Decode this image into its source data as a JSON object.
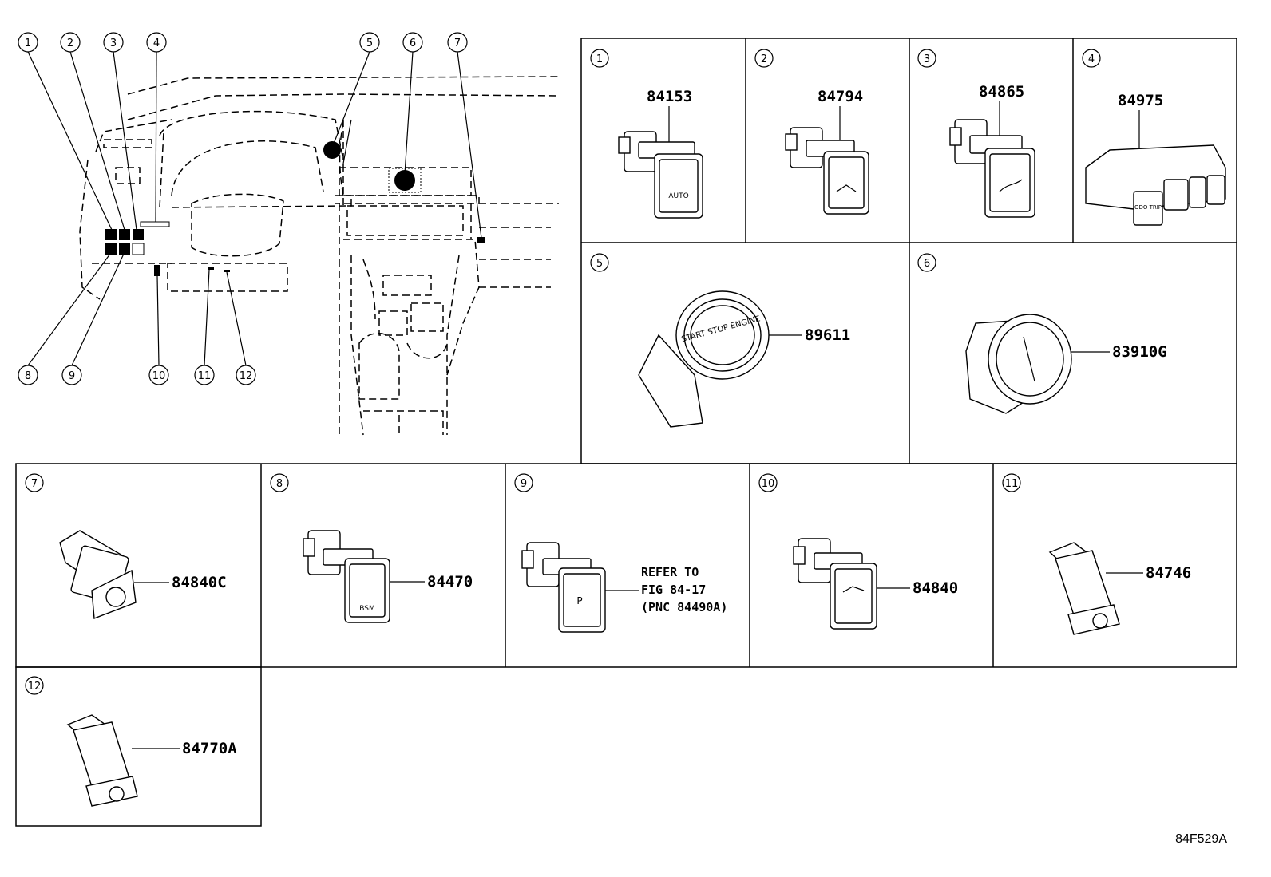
{
  "figure_code": "84F529A",
  "overview": {
    "callouts_top": [
      "1",
      "2",
      "3",
      "4",
      "5",
      "6",
      "7"
    ],
    "callouts_bottom": [
      "8",
      "9",
      "10",
      "11",
      "12"
    ]
  },
  "cells": [
    {
      "num": "1",
      "part": "84153",
      "icon": "auto-headlight-switch-icon",
      "face_text": "AUTO"
    },
    {
      "num": "2",
      "part": "84794",
      "icon": "car-lift-switch-icon",
      "face_text": ""
    },
    {
      "num": "3",
      "part": "84865",
      "icon": "trunk-open-switch-icon",
      "face_text": ""
    },
    {
      "num": "4",
      "part": "84975",
      "icon": "odo-trip-switch-icon",
      "face_text": "ODO TRIP"
    },
    {
      "num": "5",
      "part": "89611",
      "icon": "start-stop-button-icon",
      "face_text": "START STOP ENGINE"
    },
    {
      "num": "6",
      "part": "83910G",
      "icon": "clock-icon",
      "face_text": ""
    },
    {
      "num": "7",
      "part": "84840C",
      "icon": "push-switch-icon",
      "face_text": ""
    },
    {
      "num": "8",
      "part": "84470",
      "icon": "bsm-switch-icon",
      "face_text": "BSM"
    },
    {
      "num": "9",
      "part": "",
      "icon": "parking-sensor-switch-icon",
      "face_text": "P",
      "refer": [
        "REFER TO",
        "FIG 84-17",
        "(PNC 84490A)"
      ]
    },
    {
      "num": "10",
      "part": "84840",
      "icon": "trunk-switch-icon",
      "face_text": ""
    },
    {
      "num": "11",
      "part": "84746",
      "icon": "small-switch-icon",
      "face_text": ""
    },
    {
      "num": "12",
      "part": "84770A",
      "icon": "small-switch-icon",
      "face_text": ""
    }
  ]
}
